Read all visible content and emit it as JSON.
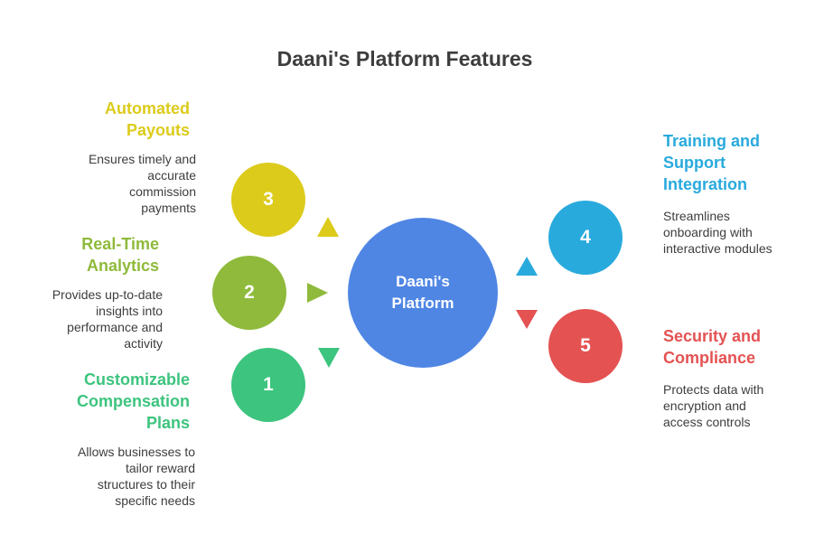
{
  "title": "Daani's Platform Features",
  "center": {
    "label_line1": "Daani's",
    "label_line2": "Platform",
    "color": "#4f86e4"
  },
  "features": [
    {
      "number": "1",
      "heading_lines": [
        "Customizable",
        "Compensation",
        "Plans"
      ],
      "desc_lines": [
        "Allows businesses to",
        "tailor reward",
        "structures to their",
        "specific needs"
      ],
      "color": "#3dc47e"
    },
    {
      "number": "2",
      "heading_lines": [
        "Real-Time",
        "Analytics"
      ],
      "desc_lines": [
        "Provides up-to-date",
        "insights into",
        "performance and",
        "activity"
      ],
      "color": "#8fba3b"
    },
    {
      "number": "3",
      "heading_lines": [
        "Automated",
        "Payouts"
      ],
      "desc_lines": [
        "Ensures timely and",
        "accurate",
        "commission",
        "payments"
      ],
      "color": "#dccb1b"
    },
    {
      "number": "4",
      "heading_lines": [
        "Training and",
        "Support",
        "Integration"
      ],
      "desc_lines": [
        "Streamlines",
        "onboarding with",
        "interactive modules"
      ],
      "color": "#29aadd"
    },
    {
      "number": "5",
      "heading_lines": [
        "Security and",
        "Compliance"
      ],
      "desc_lines": [
        "Protects data with",
        "encryption and",
        "access controls"
      ],
      "color": "#e45252"
    }
  ]
}
